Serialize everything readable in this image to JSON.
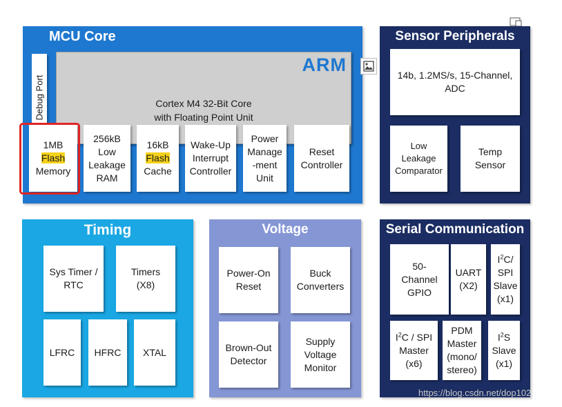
{
  "mcu_core": {
    "title": "MCU Core",
    "debug_port": "Debug Port",
    "arm_logo": "ARM",
    "core_line1": "Cortex M4 32-Bit Core",
    "core_line2": "with Floating Point Unit",
    "blocks": [
      {
        "pre": "1MB",
        "hl": "Flash",
        "post": "Memory"
      },
      {
        "lines": [
          "256kB",
          "Low",
          "Leakage",
          "RAM"
        ]
      },
      {
        "pre": "16kB",
        "hl": "Flash",
        "post": "Cache"
      },
      {
        "lines": [
          "Wake-Up",
          "Interrupt",
          "Controller"
        ]
      },
      {
        "lines": [
          "Power",
          "Manage",
          "-ment",
          "Unit"
        ]
      },
      {
        "lines": [
          "Reset",
          "Controller"
        ]
      }
    ]
  },
  "sensor": {
    "title": "Sensor Peripherals",
    "adc_line1": "14b, 1.2MS/s, 15-Channel,",
    "adc_line2": "ADC",
    "comparator": [
      "Low",
      "Leakage",
      "Comparator"
    ],
    "temp": [
      "Temp",
      "Sensor"
    ]
  },
  "timing": {
    "title": "Timing",
    "sys_timer": [
      "Sys Timer /",
      "RTC"
    ],
    "timers": [
      "Timers",
      "(X8)"
    ],
    "lfrc": "LFRC",
    "hfrc": "HFRC",
    "xtal": "XTAL"
  },
  "voltage": {
    "title": "Voltage",
    "por": [
      "Power-On",
      "Reset"
    ],
    "buck": [
      "Buck",
      "Converters"
    ],
    "brownout": [
      "Brown-Out",
      "Detector"
    ],
    "svm": [
      "Supply",
      "Voltage",
      "Monitor"
    ]
  },
  "serial": {
    "title": "Serial Communication",
    "gpio": [
      "50-",
      "Channel",
      "GPIO"
    ],
    "uart": [
      "UART",
      "(X2)"
    ],
    "i2c_spi_slave": {
      "a": "I",
      "sup": "2",
      "b": "C/",
      "l2": "SPI",
      "l3": "Slave",
      "l4": "(x1)"
    },
    "i2c_spi_master": {
      "a": "I",
      "sup": "2",
      "b": "C / SPI",
      "l2": "Master",
      "l3": "(x6)"
    },
    "pdm": [
      "PDM",
      "Master",
      "(mono/",
      "stereo)"
    ],
    "i2s": {
      "a": "I",
      "sup": "2",
      "b": "S",
      "l2": "Slave",
      "l3": "(x1)"
    }
  },
  "watermark": "https://blog.csdn.net/dop102",
  "colors": {
    "mcu": "#1e78d0",
    "sensor": "#1b2d62",
    "timing": "#1aa7e3",
    "voltage": "#8596d4",
    "serial": "#1b2d62",
    "highlight": "#e02424",
    "flash_hl": "#f6d21a"
  }
}
